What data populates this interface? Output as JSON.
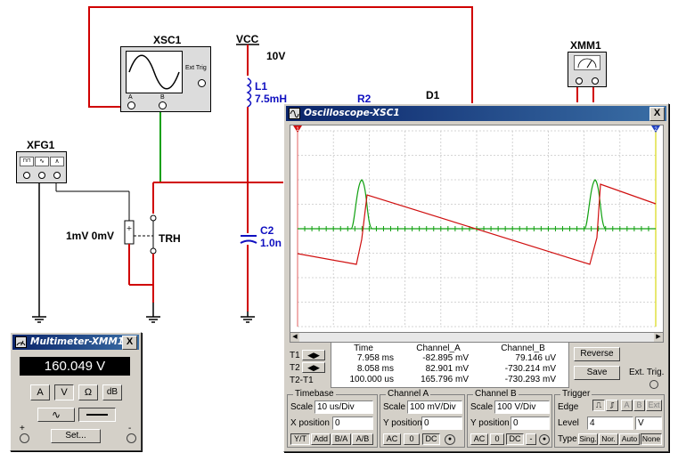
{
  "schematic": {
    "xsc1_label": "XSC1",
    "ext_trig_label": "Ext Trig",
    "pin_a": "A",
    "pin_b": "B",
    "vcc_label": "VCC",
    "vcc_value": "10V",
    "l1_label": "L1",
    "l1_value": "7.5mH",
    "r2_label": "R2",
    "d1_label": "D1",
    "xmm1_label": "XMM1",
    "xfg1_label": "XFG1",
    "source_value": "1mV 0mV",
    "trh_label": "TRH",
    "c2_label": "C2",
    "c2_value": "1.0n"
  },
  "oscilloscope": {
    "title": "Oscilloscope-XSC1",
    "close": "X",
    "marker_1": "1",
    "marker_2": "2",
    "headers": {
      "time": "Time",
      "a": "Channel_A",
      "b": "Channel_B"
    },
    "rows": [
      {
        "label": "T1",
        "time": "7.958 ms",
        "a": "-82.895 mV",
        "b": "79.146 uV"
      },
      {
        "label": "T2",
        "time": "8.058 ms",
        "a": "82.901 mV",
        "b": "-730.214 mV"
      },
      {
        "label": "T2-T1",
        "time": "100.000 us",
        "a": "165.796 mV",
        "b": "-730.293 mV"
      }
    ],
    "reverse": "Reverse",
    "save": "Save",
    "ext_trig": "Ext. Trig.",
    "timebase": {
      "title": "Timebase",
      "scale_label": "Scale",
      "scale": "10 us/Div",
      "xpos_label": "X position",
      "xpos": "0",
      "modes": [
        "Y/T",
        "Add",
        "B/A",
        "A/B"
      ]
    },
    "channel_a": {
      "title": "Channel A",
      "scale_label": "Scale",
      "scale": "100 mV/Div",
      "ypos_label": "Y position",
      "ypos": "0",
      "coupling": [
        "AC",
        "0",
        "DC"
      ]
    },
    "channel_b": {
      "title": "Channel B",
      "scale_label": "Scale",
      "scale": "100  V/Div",
      "ypos_label": "Y position",
      "ypos": "0",
      "coupling": [
        "AC",
        "0",
        "DC",
        "-"
      ]
    },
    "trigger": {
      "title": "Trigger",
      "edge_label": "Edge",
      "level_label": "Level",
      "level": "4",
      "level_unit": "V",
      "type_label": "Type",
      "sources": [
        "A",
        "B",
        "Ext"
      ],
      "types": [
        "Sing.",
        "Nor.",
        "Auto",
        "None"
      ]
    },
    "colors": {
      "channel_a": "#d01010",
      "channel_b": "#10a010",
      "screen": "#ffffff",
      "grid": "#c8c8c8"
    }
  },
  "multimeter": {
    "title": "Multimeter-XMM1",
    "close": "X",
    "reading": "160.049 V",
    "modes": [
      "A",
      "V",
      "Ω",
      "dB"
    ],
    "set": "Set...",
    "plus": "+",
    "minus": "-"
  }
}
